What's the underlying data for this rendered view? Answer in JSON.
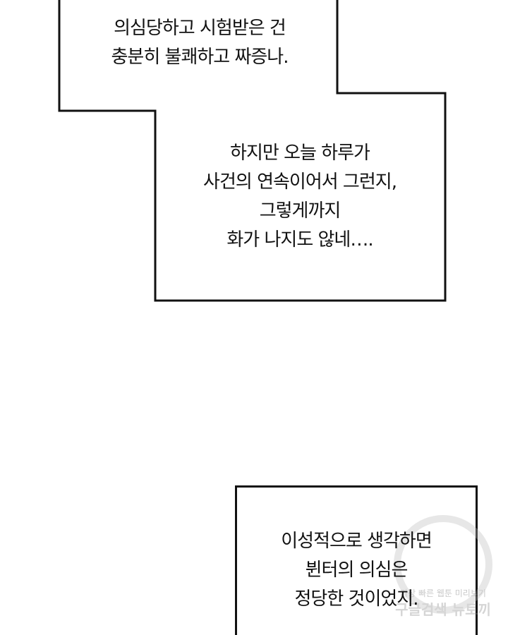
{
  "panel_top": {
    "lines": [
      "의심당하고 시험받은 건",
      "충분히 불쾌하고 짜증나."
    ]
  },
  "panel_middle": {
    "lines": [
      "하지만 오늘 하루가",
      "사건의 연속이어서 그런지,",
      "그렇게까지",
      "화가 나지도 않네…."
    ]
  },
  "panel_bottom": {
    "lines": [
      "이성적으로 생각하면",
      "뷘터의 의심은",
      "정당한 것이었지."
    ]
  },
  "watermark": {
    "line1": "가장 빠른 웹툰 미리보기",
    "line2": "구글검색 뉴토끼"
  }
}
